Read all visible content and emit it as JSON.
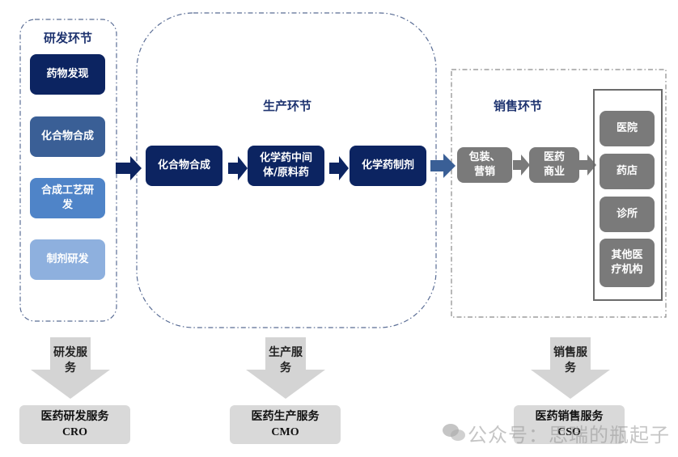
{
  "stages": {
    "rd": {
      "title": "研发环节",
      "items": [
        "药物发现",
        "化合物合成",
        "合成工艺研发",
        "制剂研发"
      ]
    },
    "production": {
      "title": "生产环节",
      "items": [
        "化合物合成",
        "化学药中间体/原料药",
        "化学药制剂"
      ]
    },
    "sales": {
      "title": "销售环节",
      "items": [
        "包装、营销",
        "医药商业"
      ],
      "outlets": [
        "医院",
        "药店",
        "诊所",
        "其他医疗机构"
      ]
    }
  },
  "services": [
    {
      "arrow_label": "研发服务",
      "name": "医药研发服务",
      "abbr": "CRO"
    },
    {
      "arrow_label": "生产服务",
      "name": "医药生产服务",
      "abbr": "CMO"
    },
    {
      "arrow_label": "销售服务",
      "name": "医药销售服务",
      "abbr": "CSO"
    }
  ],
  "watermark": "公众号：思瑞的瓶起子",
  "colors": {
    "navy": "#0c2461",
    "mid_blue": "#3a5f96",
    "blue": "#4f84c8",
    "light_blue": "#8eb0de",
    "gray": "#7a7a7a",
    "service_gray": "#d9d9d9",
    "title_navy": "#1f3470"
  }
}
